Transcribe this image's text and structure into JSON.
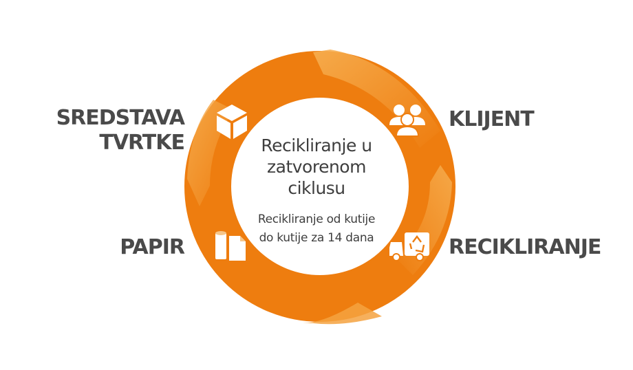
{
  "center": {
    "title_lines": [
      "Recikliranje u",
      "zatvorenom",
      "ciklusu"
    ],
    "subtitle_lines": [
      "Recikliranje od kutije",
      "do kutije za 14 dana"
    ]
  },
  "stages": {
    "assets": {
      "lines": [
        "SREDSTAVA",
        "TVRTKE"
      ],
      "icon": "box-icon"
    },
    "client": {
      "lines": [
        "KLIJENT"
      ],
      "icon": "people-icon"
    },
    "recycling": {
      "lines": [
        "RECIKLIRANJE"
      ],
      "icon": "recycle-truck-icon"
    },
    "paper": {
      "lines": [
        "PAPIR"
      ],
      "icon": "paper-roll-icon"
    }
  },
  "colors": {
    "ring_orange": "#ee7d0f",
    "ring_light": "#f5a544",
    "text_dark": "#4a4a4a",
    "icon_white": "#ffffff"
  }
}
